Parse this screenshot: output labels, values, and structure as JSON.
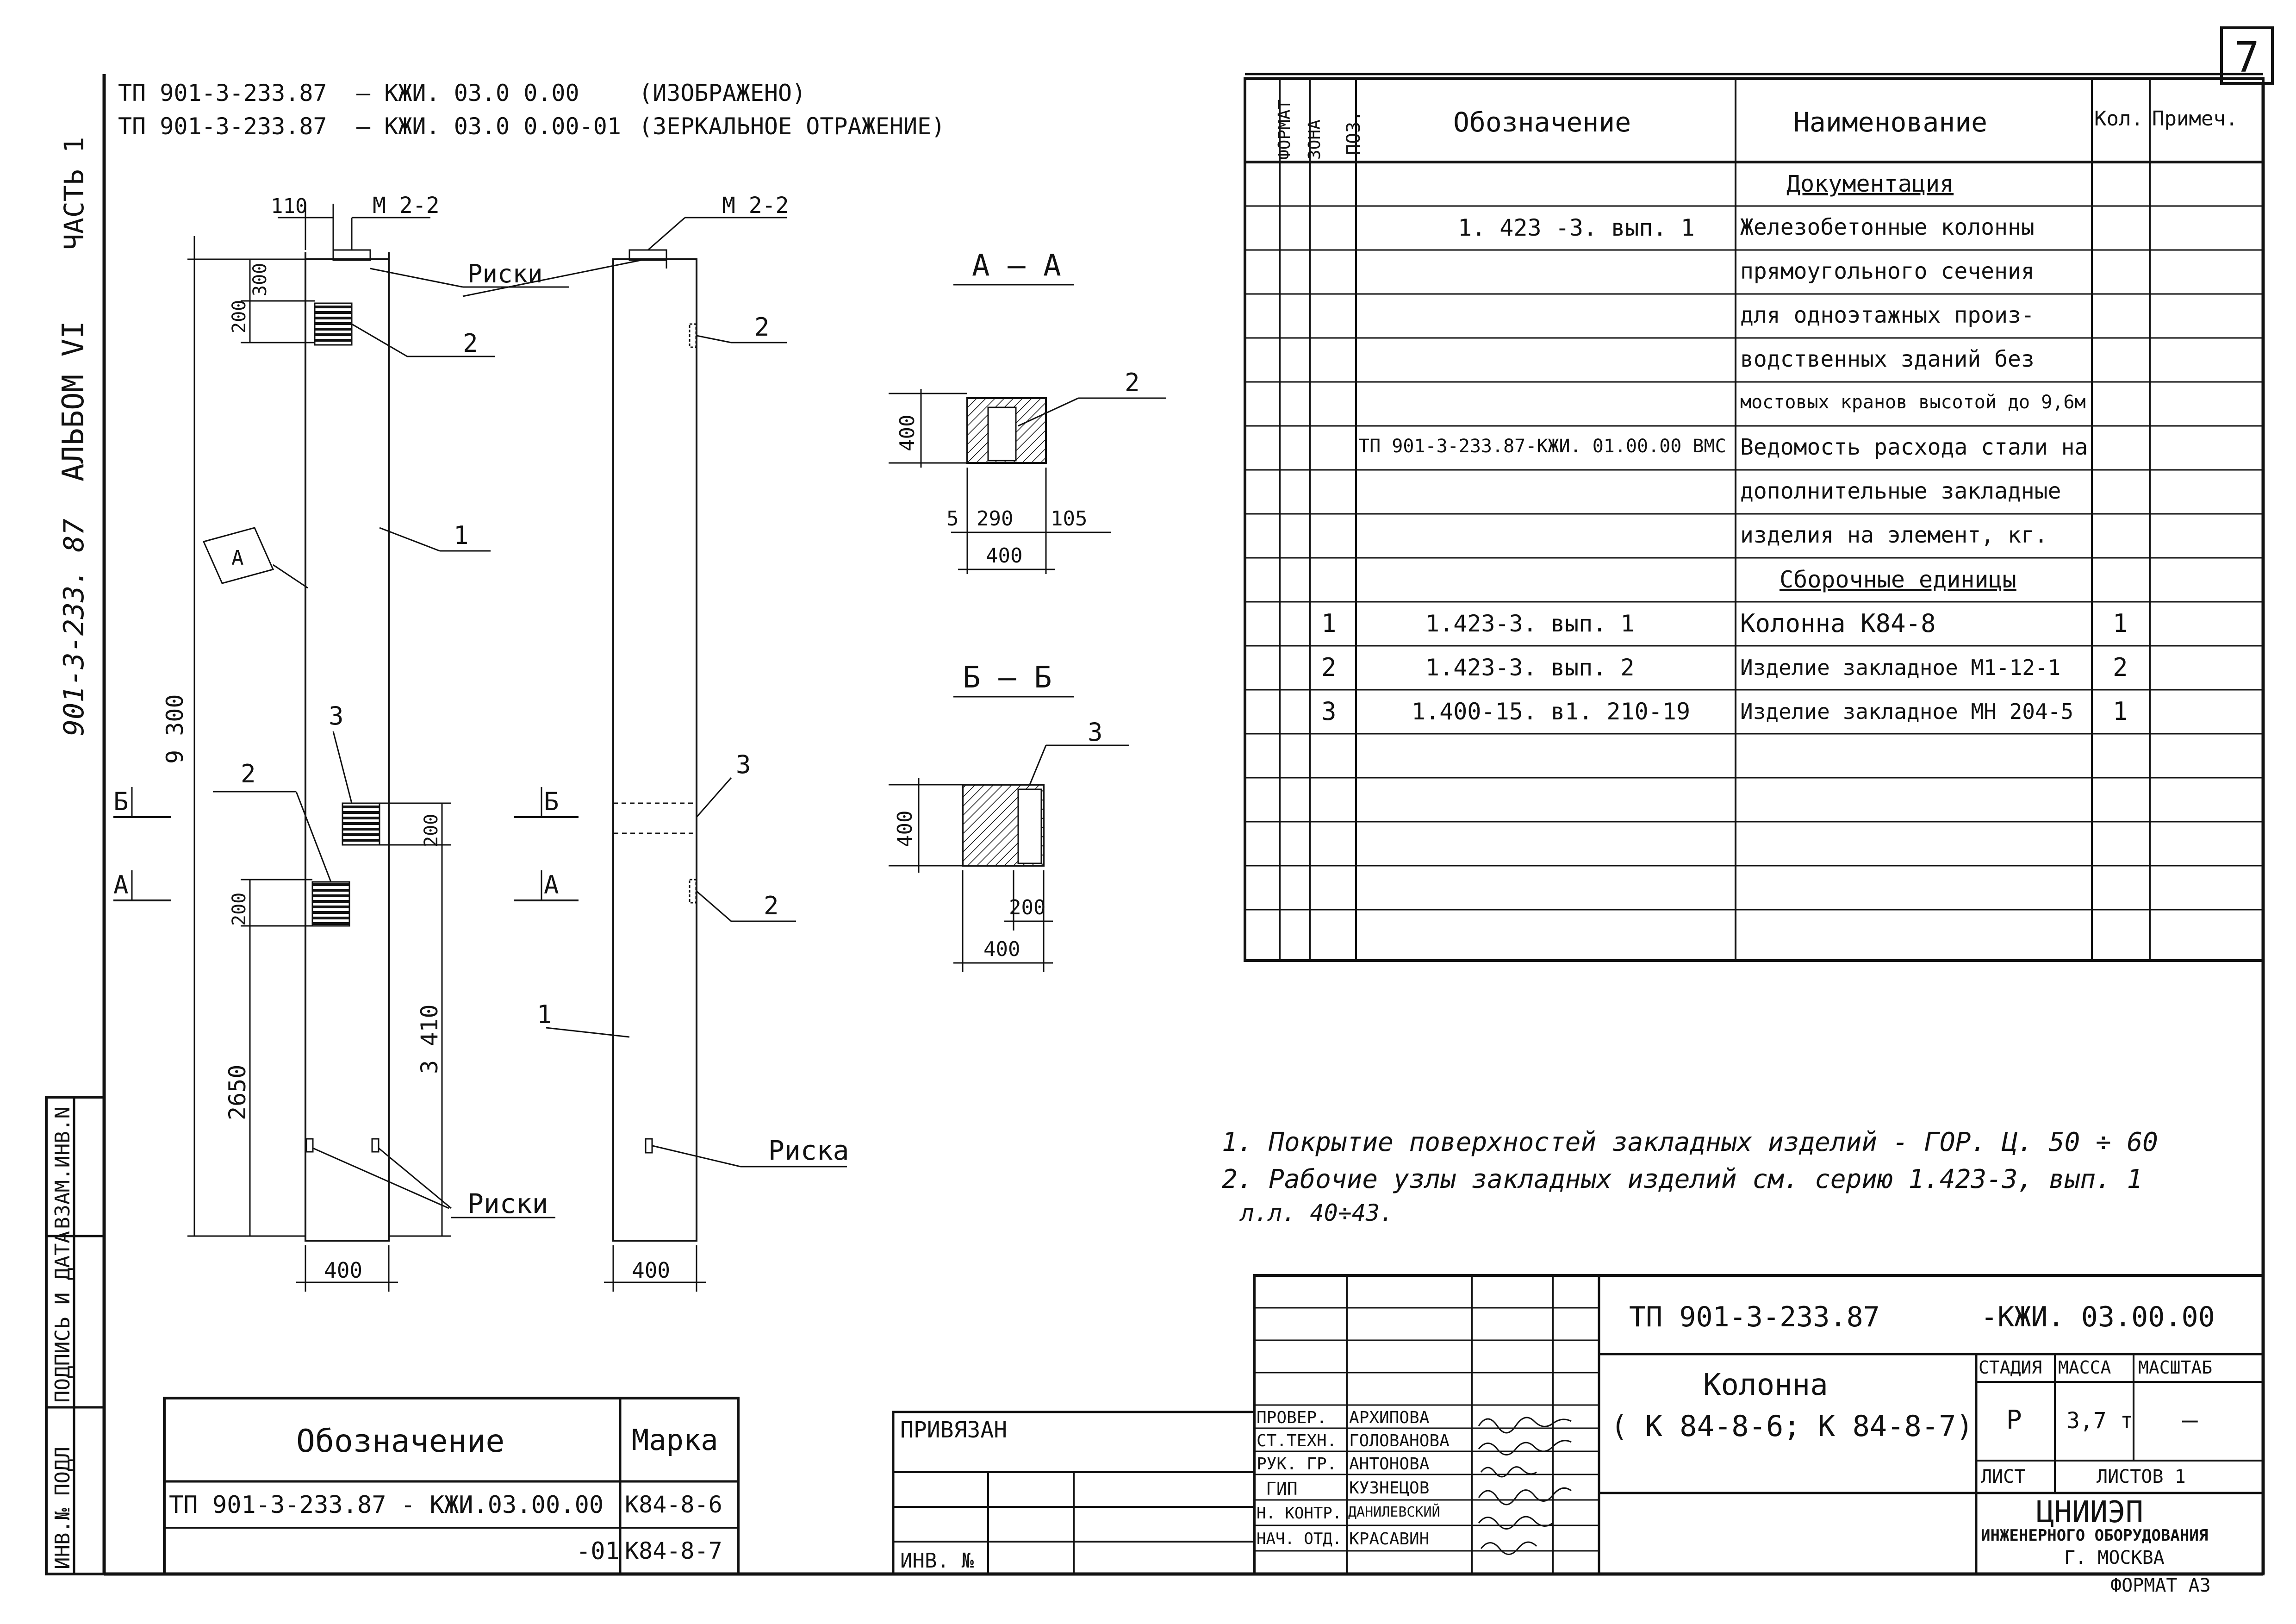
{
  "sheet_number": "7",
  "header": {
    "line1_code": "ТП 901-3-233.87",
    "line1_mark": "– КЖИ. 03.0 0.00",
    "line1_note": "(ИЗОБРАЖЕНО)",
    "line2_code": "ТП 901-3-233.87",
    "line2_mark": "– КЖИ. 03.0 0.00-01",
    "line2_note": "(ЗЕРКАЛЬНОЕ ОТРАЖЕНИЕ)"
  },
  "side_stamp": {
    "part": "ЧАСТЬ 1",
    "album": "АЛЬБОМ VI",
    "series": "901-3-233. 87",
    "inv_vzam": "ВЗАМ.ИНВ.N",
    "signature_date": "ПОДПИСЬ И ДАТА",
    "inv_orig": "ИНВ.№ ПОДЛ"
  },
  "drawing": {
    "left_column": {
      "dim_110": "110",
      "mark_m22": "М 2-2",
      "dim_300": "300",
      "dim_200_top": "200",
      "label_riski_top": "Риски",
      "callout_2_top": "2",
      "callout_1": "1",
      "view_a": "А",
      "dim_total": "9 300",
      "callout_3": "3",
      "callout_2_mid": "2",
      "dim_200_mid": "200",
      "dim_200_low": "200",
      "dim_2650": "2650",
      "dim_3410": "3 410",
      "label_riski_bottom": "Риски",
      "dim_width": "400",
      "section_b": "Б",
      "section_a": "А"
    },
    "right_column": {
      "mark_m22": "М 2-2",
      "callout_2_top": "2",
      "callout_3": "3",
      "callout_2_low": "2",
      "callout_1": "1",
      "label_riska": "Риска",
      "dim_width": "400",
      "section_b": "Б",
      "section_a": "А"
    },
    "section_aa": {
      "title": "А – А",
      "callout": "2",
      "dim_height": "400",
      "dim_5": "5",
      "dim_290": "290",
      "dim_105": "105",
      "dim_width": "400"
    },
    "section_bb": {
      "title": "Б – Б",
      "callout": "3",
      "dim_height": "400",
      "dim_200": "200",
      "dim_width": "400"
    }
  },
  "spec_table": {
    "headers": [
      "ФОРМАТ",
      "ЗОНА",
      "ПОЗ.",
      "Обозначение",
      "Наименование",
      "Кол.",
      "Примеч."
    ],
    "rows": [
      {
        "pos": "",
        "designation": "",
        "name": "Документация",
        "qty": "",
        "note": ""
      },
      {
        "pos": "",
        "designation": "1. 423 -3.  вып. 1",
        "name": "Железобетонные колонны",
        "qty": "",
        "note": ""
      },
      {
        "pos": "",
        "designation": "",
        "name": "прямоугольного сечения",
        "qty": "",
        "note": ""
      },
      {
        "pos": "",
        "designation": "",
        "name": "для одноэтажных произ-",
        "qty": "",
        "note": ""
      },
      {
        "pos": "",
        "designation": "",
        "name": "водственных зданий без",
        "qty": "",
        "note": ""
      },
      {
        "pos": "",
        "designation": "",
        "name": "мостовых кранов высотой до 9,6м",
        "qty": "",
        "note": ""
      },
      {
        "pos": "",
        "designation": "ТП 901-3-233.87-КЖИ. 01.00.00 ВМС",
        "name": "Ведомость расхода стали на",
        "qty": "",
        "note": ""
      },
      {
        "pos": "",
        "designation": "",
        "name": "дополнительные закладные",
        "qty": "",
        "note": ""
      },
      {
        "pos": "",
        "designation": "",
        "name": "изделия на элемент, кг.",
        "qty": "",
        "note": ""
      },
      {
        "pos": "",
        "designation": "",
        "name": "Сборочные единицы",
        "qty": "",
        "note": ""
      },
      {
        "pos": "1",
        "designation": "1.423-3.  вып. 1",
        "name": "Колонна     К84-8",
        "qty": "1",
        "note": ""
      },
      {
        "pos": "2",
        "designation": "1.423-3.  вып. 2",
        "name": "Изделие закладное М1-12-1",
        "qty": "2",
        "note": ""
      },
      {
        "pos": "3",
        "designation": "1.400-15. в1. 210-19",
        "name": "Изделие закладное МН 204-5",
        "qty": "1",
        "note": ""
      },
      {
        "pos": "",
        "designation": "",
        "name": "",
        "qty": "",
        "note": ""
      },
      {
        "pos": "",
        "designation": "",
        "name": "",
        "qty": "",
        "note": ""
      },
      {
        "pos": "",
        "designation": "",
        "name": "",
        "qty": "",
        "note": ""
      },
      {
        "pos": "",
        "designation": "",
        "name": "",
        "qty": "",
        "note": ""
      },
      {
        "pos": "",
        "designation": "",
        "name": "",
        "qty": "",
        "note": ""
      }
    ]
  },
  "notes": [
    "1. Покрытие поверхностей закладных изделий - ГОР. Ц. 50 ÷ 60",
    "2. Рабочие узлы закладных изделий см. серию 1.423-3, вып. 1",
    "л.л. 40÷43."
  ],
  "marks_table": {
    "header_designation": "Обозначение",
    "header_mark": "Марка",
    "rows": [
      {
        "designation": "ТП 901-3-233.87 - КЖИ.03.00.00",
        "mark": "К84-8-6"
      },
      {
        "designation": "-01",
        "mark": "К84-8-7"
      }
    ]
  },
  "binding": {
    "privyazan": "ПРИВЯЗАН",
    "inv_no": "ИНВ. №"
  },
  "title_block": {
    "code": "ТП 901-3-233.87",
    "mark": "-КЖИ. 03.00.00",
    "title_line1": "Колонна",
    "title_line2": "( К 84-8-6;  К 84-8-7)",
    "stage_header": "СТАДИЯ",
    "mass_header": "МАССА",
    "scale_header": "МАСШТАБ",
    "stage": "Р",
    "mass": "3,7 т",
    "scale": "—",
    "sheet_label": "ЛИСТ",
    "sheets_label": "ЛИСТОВ 1",
    "org_name": "ЦНИИЭП",
    "org_sub": "ИНЖЕНЕРНОГО ОБОРУДОВАНИЯ",
    "city": "Г. МОСКВА",
    "format": "ФОРМАТ А3",
    "signers": [
      {
        "role": "ПРОВЕР.",
        "name": "АРХИПОВА"
      },
      {
        "role": "СТ.ТЕХН.",
        "name": "ГОЛОВАНОВА"
      },
      {
        "role": "РУК. ГР.",
        "name": "АНТОНОВА"
      },
      {
        "role": "ГИП",
        "name": "КУЗНЕЦОВ"
      },
      {
        "role": "Н. КОНТР.",
        "name": "ДАНИЛЕВСКИЙ"
      },
      {
        "role": "НАЧ. ОТД.",
        "name": "КРАСАВИН"
      }
    ]
  }
}
